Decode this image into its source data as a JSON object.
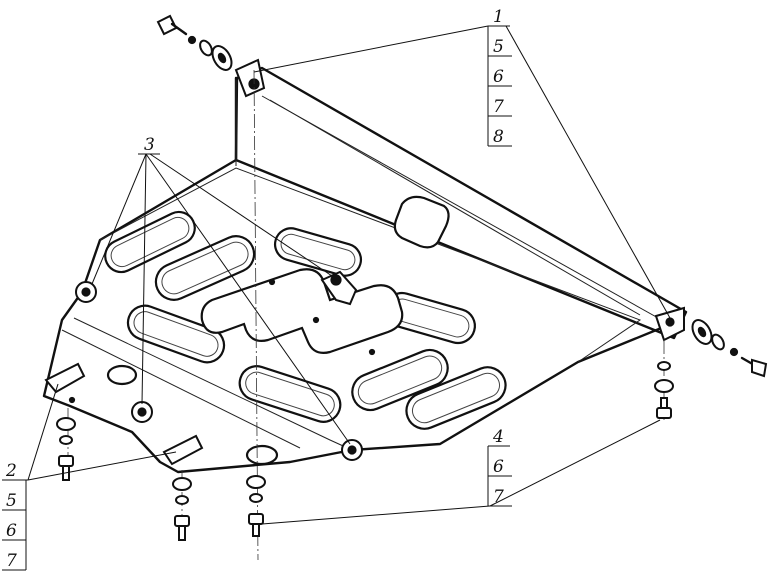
{
  "labels": {
    "group_top_right": [
      "1",
      "5",
      "6",
      "7",
      "8"
    ],
    "group_left": [
      "2",
      "5",
      "6",
      "7"
    ],
    "group_bottom_right": [
      "4",
      "6",
      "7"
    ],
    "callout_top_left": "3"
  },
  "icons": {
    "part": "skid-plate-icon",
    "bolt": "bolt-icon",
    "washer": "washer-icon",
    "nut": "nut-icon"
  },
  "colors": {
    "line": "#111111",
    "background": "#ffffff"
  }
}
